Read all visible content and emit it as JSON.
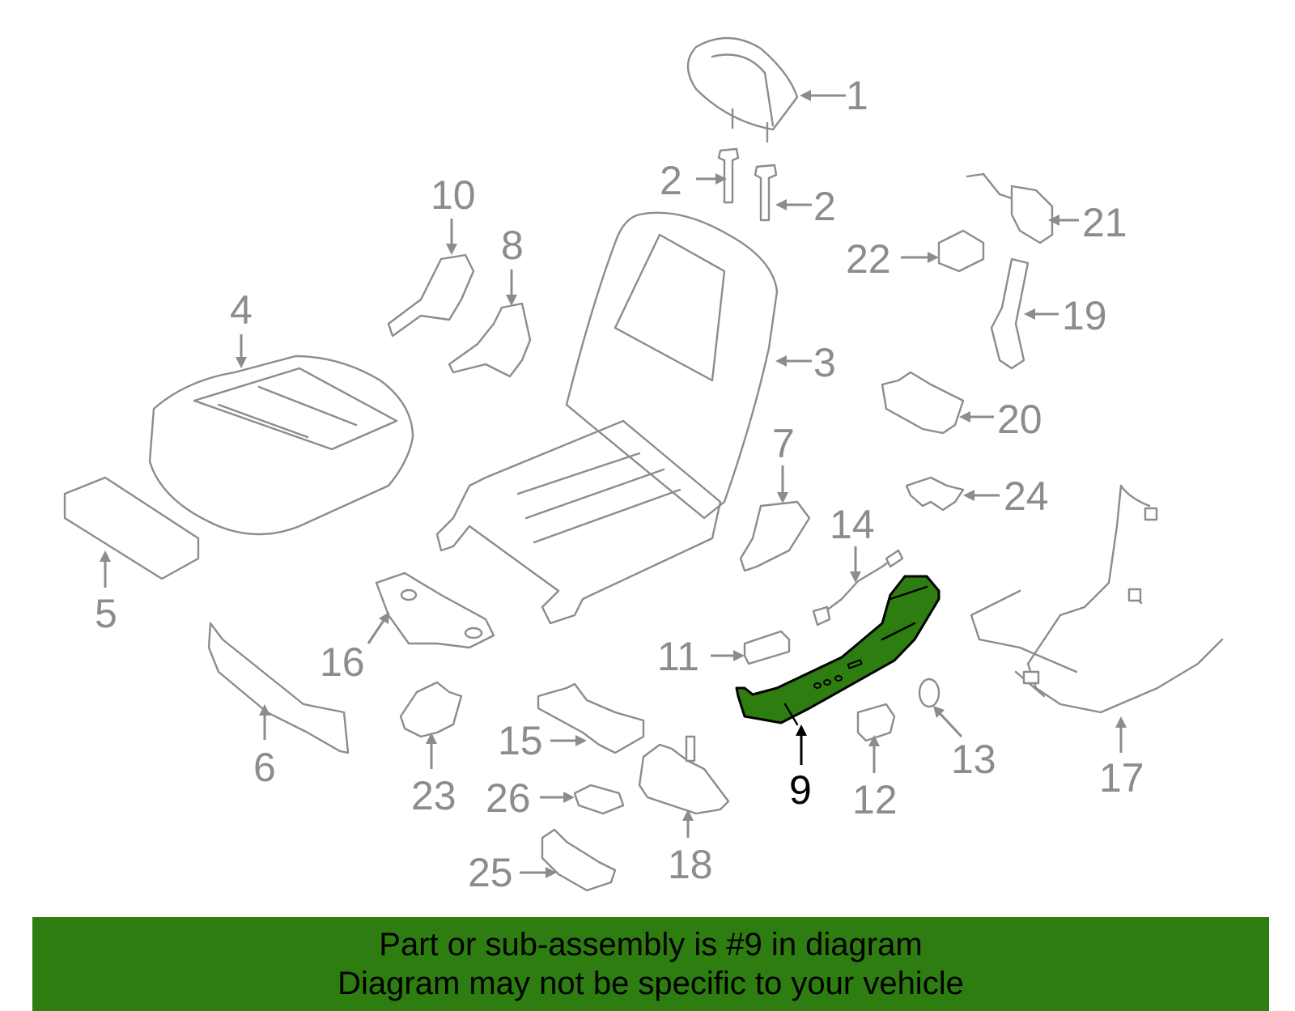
{
  "colors": {
    "highlight_part": "#2e7d10",
    "banner_background": "#2e7d10",
    "part_outline": "#8c8c8c",
    "highlight_label": "#000000"
  },
  "callouts": {
    "c1": "1",
    "c2a": "2",
    "c2b": "2",
    "c3": "3",
    "c4": "4",
    "c5": "5",
    "c6": "6",
    "c7": "7",
    "c8": "8",
    "c9": "9",
    "c10": "10",
    "c11": "11",
    "c12": "12",
    "c13": "13",
    "c14": "14",
    "c15": "15",
    "c16": "16",
    "c17": "17",
    "c18": "18",
    "c19": "19",
    "c20": "20",
    "c21": "21",
    "c22": "22",
    "c23": "23",
    "c24": "24",
    "c25": "25",
    "c26": "26"
  },
  "highlighted_part": "9",
  "banner": {
    "line1": "Part or sub-assembly is #9 in diagram",
    "line2": "Diagram may not be specific to your vehicle"
  }
}
